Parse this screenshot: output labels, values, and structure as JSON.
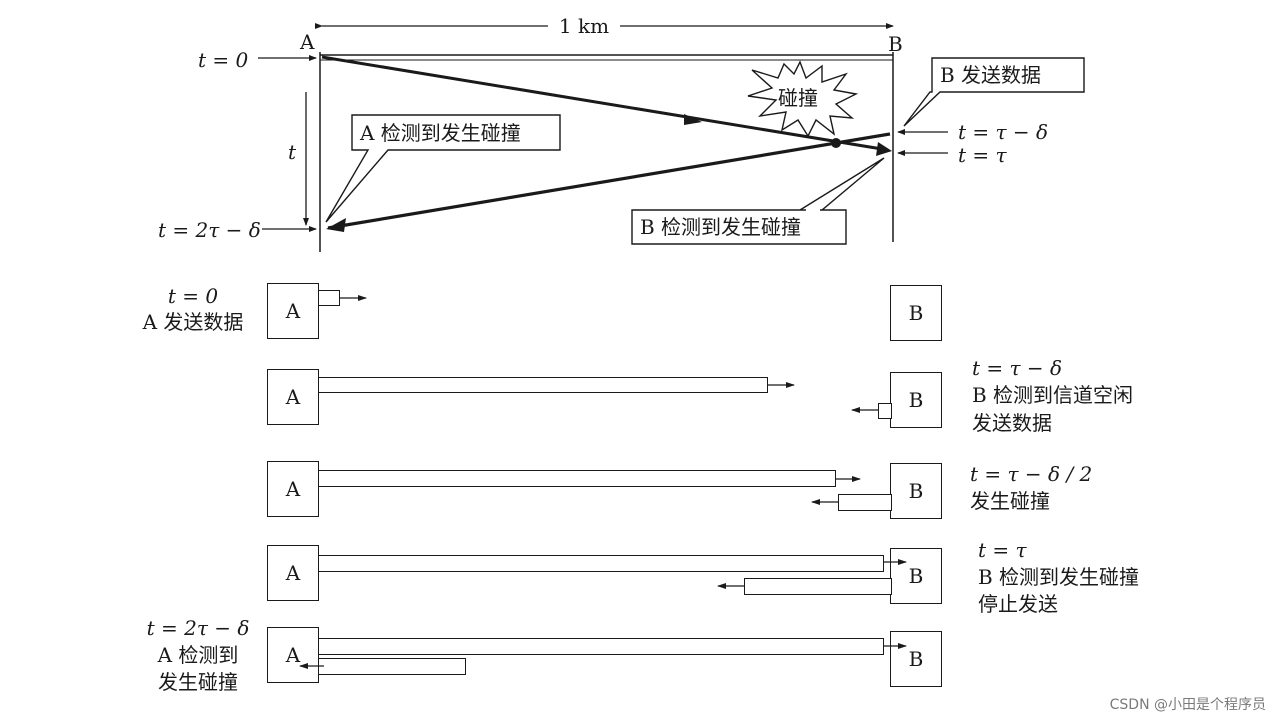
{
  "distance_label": "1 km",
  "top": {
    "station_a": "A",
    "station_b": "B",
    "t0": "t = 0",
    "t_axis": "t",
    "t_2tau_delta": "t = 2τ − δ",
    "t_tau_delta": "t = τ − δ",
    "t_tau": "t = τ",
    "burst_label": "碰撞",
    "callout_b_send": "B 发送数据",
    "callout_a_detect": "A 检测到发生碰撞",
    "callout_b_detect": "B 检测到发生碰撞"
  },
  "stages": [
    {
      "box_a": "A",
      "box_b": "B",
      "left_lines": [
        "t = 0",
        "A 发送数据"
      ],
      "right_lines": []
    },
    {
      "box_a": "A",
      "box_b": "B",
      "left_lines": [],
      "right_lines": [
        "t = τ − δ",
        "B 检测到信道空闲",
        "发送数据"
      ]
    },
    {
      "box_a": "A",
      "box_b": "B",
      "left_lines": [],
      "right_lines": [
        "t = τ − δ / 2",
        "发生碰撞"
      ]
    },
    {
      "box_a": "A",
      "box_b": "B",
      "left_lines": [],
      "right_lines": [
        "t = τ",
        "B 检测到发生碰撞",
        "停止发送"
      ]
    },
    {
      "box_a": "A",
      "box_b": "B",
      "left_lines": [
        "t = 2τ − δ",
        "A 检测到",
        "发生碰撞"
      ],
      "right_lines": []
    }
  ],
  "watermark": "CSDN @小田是个程序员"
}
